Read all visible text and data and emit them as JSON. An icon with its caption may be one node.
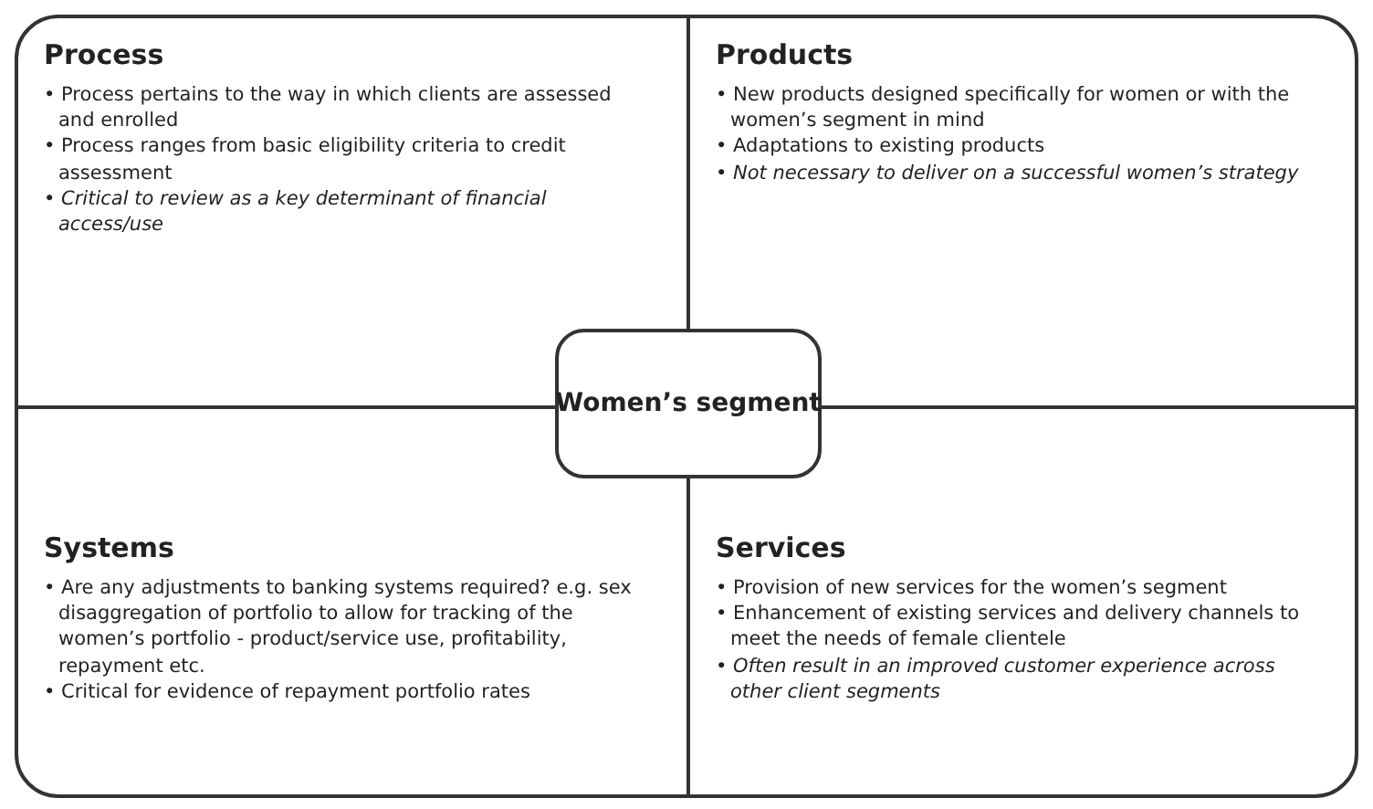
{
  "diagram": {
    "nodes": [
      {
        "text": [
          "Process",
          "• Process pertains to the way in which clients are assessed and enrolled",
          "• Process ranges from basic eligibility criteria to credit assessment",
          "• *Critical to review as a key determinant of financial access/use*"
        ]
      },
      {
        "text": [
          "Products",
          "• New products designed specifically for women or with the women’s segment in mind",
          "• Adaptations to existing products",
          "• *Not necessary to deliver on a successful women’s strategy*"
        ]
      },
      {
        "text": [
          "Systems",
          "• Are any adjustments to banking systems required? e.g. sex disaggregation of portfolio to allow for tracking of the women’s portfolio - product/service use, profitability, repayment etc.",
          "• Critical for evidence of repayment portfolio rates"
        ]
      },
      {
        "text": [
          "Services",
          "• Provision of new services for the women’s segment",
          "• Enhancement of existing services and delivery channels to meet the needs of female clientele",
          "• *Often result in an improved customer experience across other client segments*"
        ]
      },
      {
        "text": [
          "Women’s segment"
        ]
      }
    ]
  }
}
